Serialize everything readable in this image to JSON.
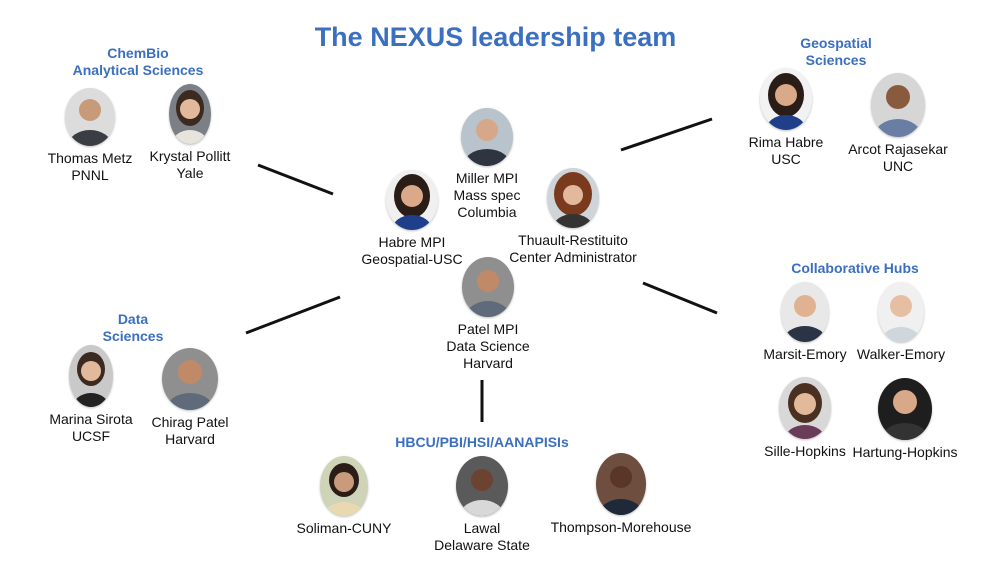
{
  "title": "The NEXUS leadership team",
  "groups": {
    "chembio": [
      "ChemBio",
      "Analytical Sciences"
    ],
    "geospatial": [
      "Geospatial",
      "Sciences"
    ],
    "data": [
      "Data",
      "Sciences"
    ],
    "hubs": [
      "Collaborative Hubs"
    ],
    "hbcu": [
      "HBCU/PBI/HSI/AANAPISIs"
    ]
  },
  "people": {
    "metz": [
      "Thomas Metz",
      "PNNL"
    ],
    "pollitt": [
      "Krystal Pollitt",
      "Yale"
    ],
    "habre_geo": [
      "Rima Habre",
      "USC"
    ],
    "rajasekar": [
      "Arcot Rajasekar",
      "UNC"
    ],
    "miller": [
      "Miller MPI",
      "Mass spec",
      "Columbia"
    ],
    "habre_mpi": [
      "Habre MPI",
      "Geospatial-USC"
    ],
    "thuault": [
      "Thuault-Restituito",
      "Center Administrator"
    ],
    "patel_mpi": [
      "Patel MPI",
      "Data Science",
      "Harvard"
    ],
    "sirota": [
      "Marina Sirota",
      "UCSF"
    ],
    "patel_data": [
      "Chirag Patel",
      "Harvard"
    ],
    "marsit": [
      "Marsit-Emory"
    ],
    "walker": [
      "Walker-Emory"
    ],
    "sille": [
      "Sille-Hopkins"
    ],
    "hartung": [
      "Hartung-Hopkins"
    ],
    "soliman": [
      "Soliman-CUNY"
    ],
    "lawal": [
      "Lawal",
      "Delaware State"
    ],
    "thompson": [
      "Thompson-Morehouse"
    ]
  },
  "colors": {
    "accent": "#3b6fc0",
    "connector": "#111111"
  }
}
